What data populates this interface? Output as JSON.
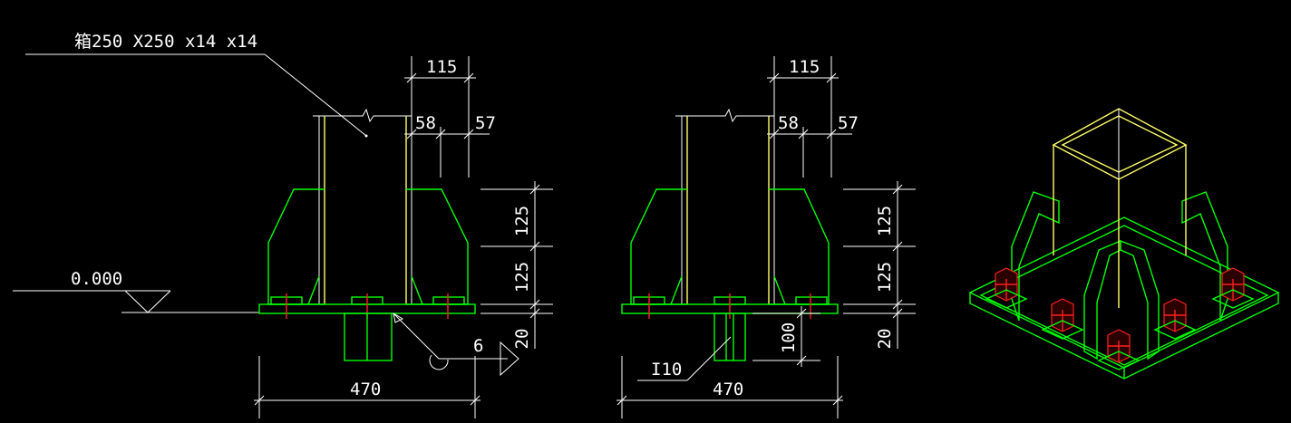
{
  "drawing": {
    "background": "#000000",
    "colors": {
      "plates": "#00ff00",
      "column": "#ffff66",
      "bolts": "#ff2020",
      "annotation": "#ffffff"
    },
    "left_view": {
      "section_label": "箱250 X250 x14 x14",
      "elevation_label": "0.000",
      "dim_top": "115",
      "dim_left": "58",
      "dim_right": "57",
      "dim_v1": "125",
      "dim_v2": "125",
      "dim_v3": "20",
      "weld_label": "6",
      "dim_width": "470"
    },
    "right_view": {
      "dim_top": "115",
      "dim_left": "58",
      "dim_right": "57",
      "dim_v1": "125",
      "dim_v2": "125",
      "dim_v3": "20",
      "dim_depth": "100",
      "shear_key_label": "I10",
      "dim_width": "470"
    },
    "iso_view": {
      "icon": "column-base-isometric-icon"
    }
  }
}
